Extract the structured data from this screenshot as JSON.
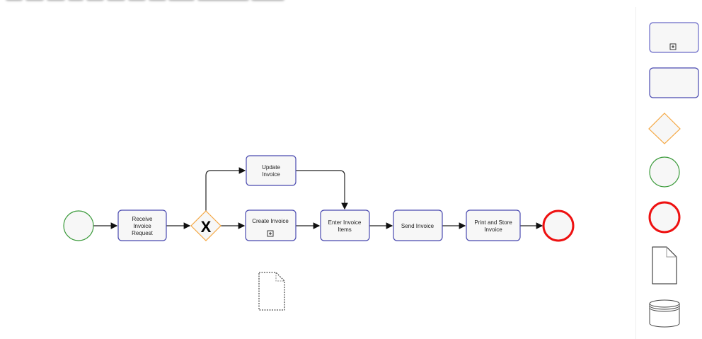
{
  "tasks": {
    "receive": [
      "Receive",
      "Invoice",
      "Request"
    ],
    "update": [
      "Update",
      "Invoice"
    ],
    "create": [
      "Create Invoice"
    ],
    "enter": [
      "Enter Invoice",
      "Items"
    ],
    "send": [
      "Send Invoice"
    ],
    "print": [
      "Print and Store",
      "Invoice"
    ]
  },
  "gateway_label": "X",
  "colors": {
    "task_stroke": "#4a4ab0",
    "gateway": "#f5a742",
    "start": "#3a9a3a",
    "end": "#ee1111",
    "fill": "#f7f7f7"
  }
}
